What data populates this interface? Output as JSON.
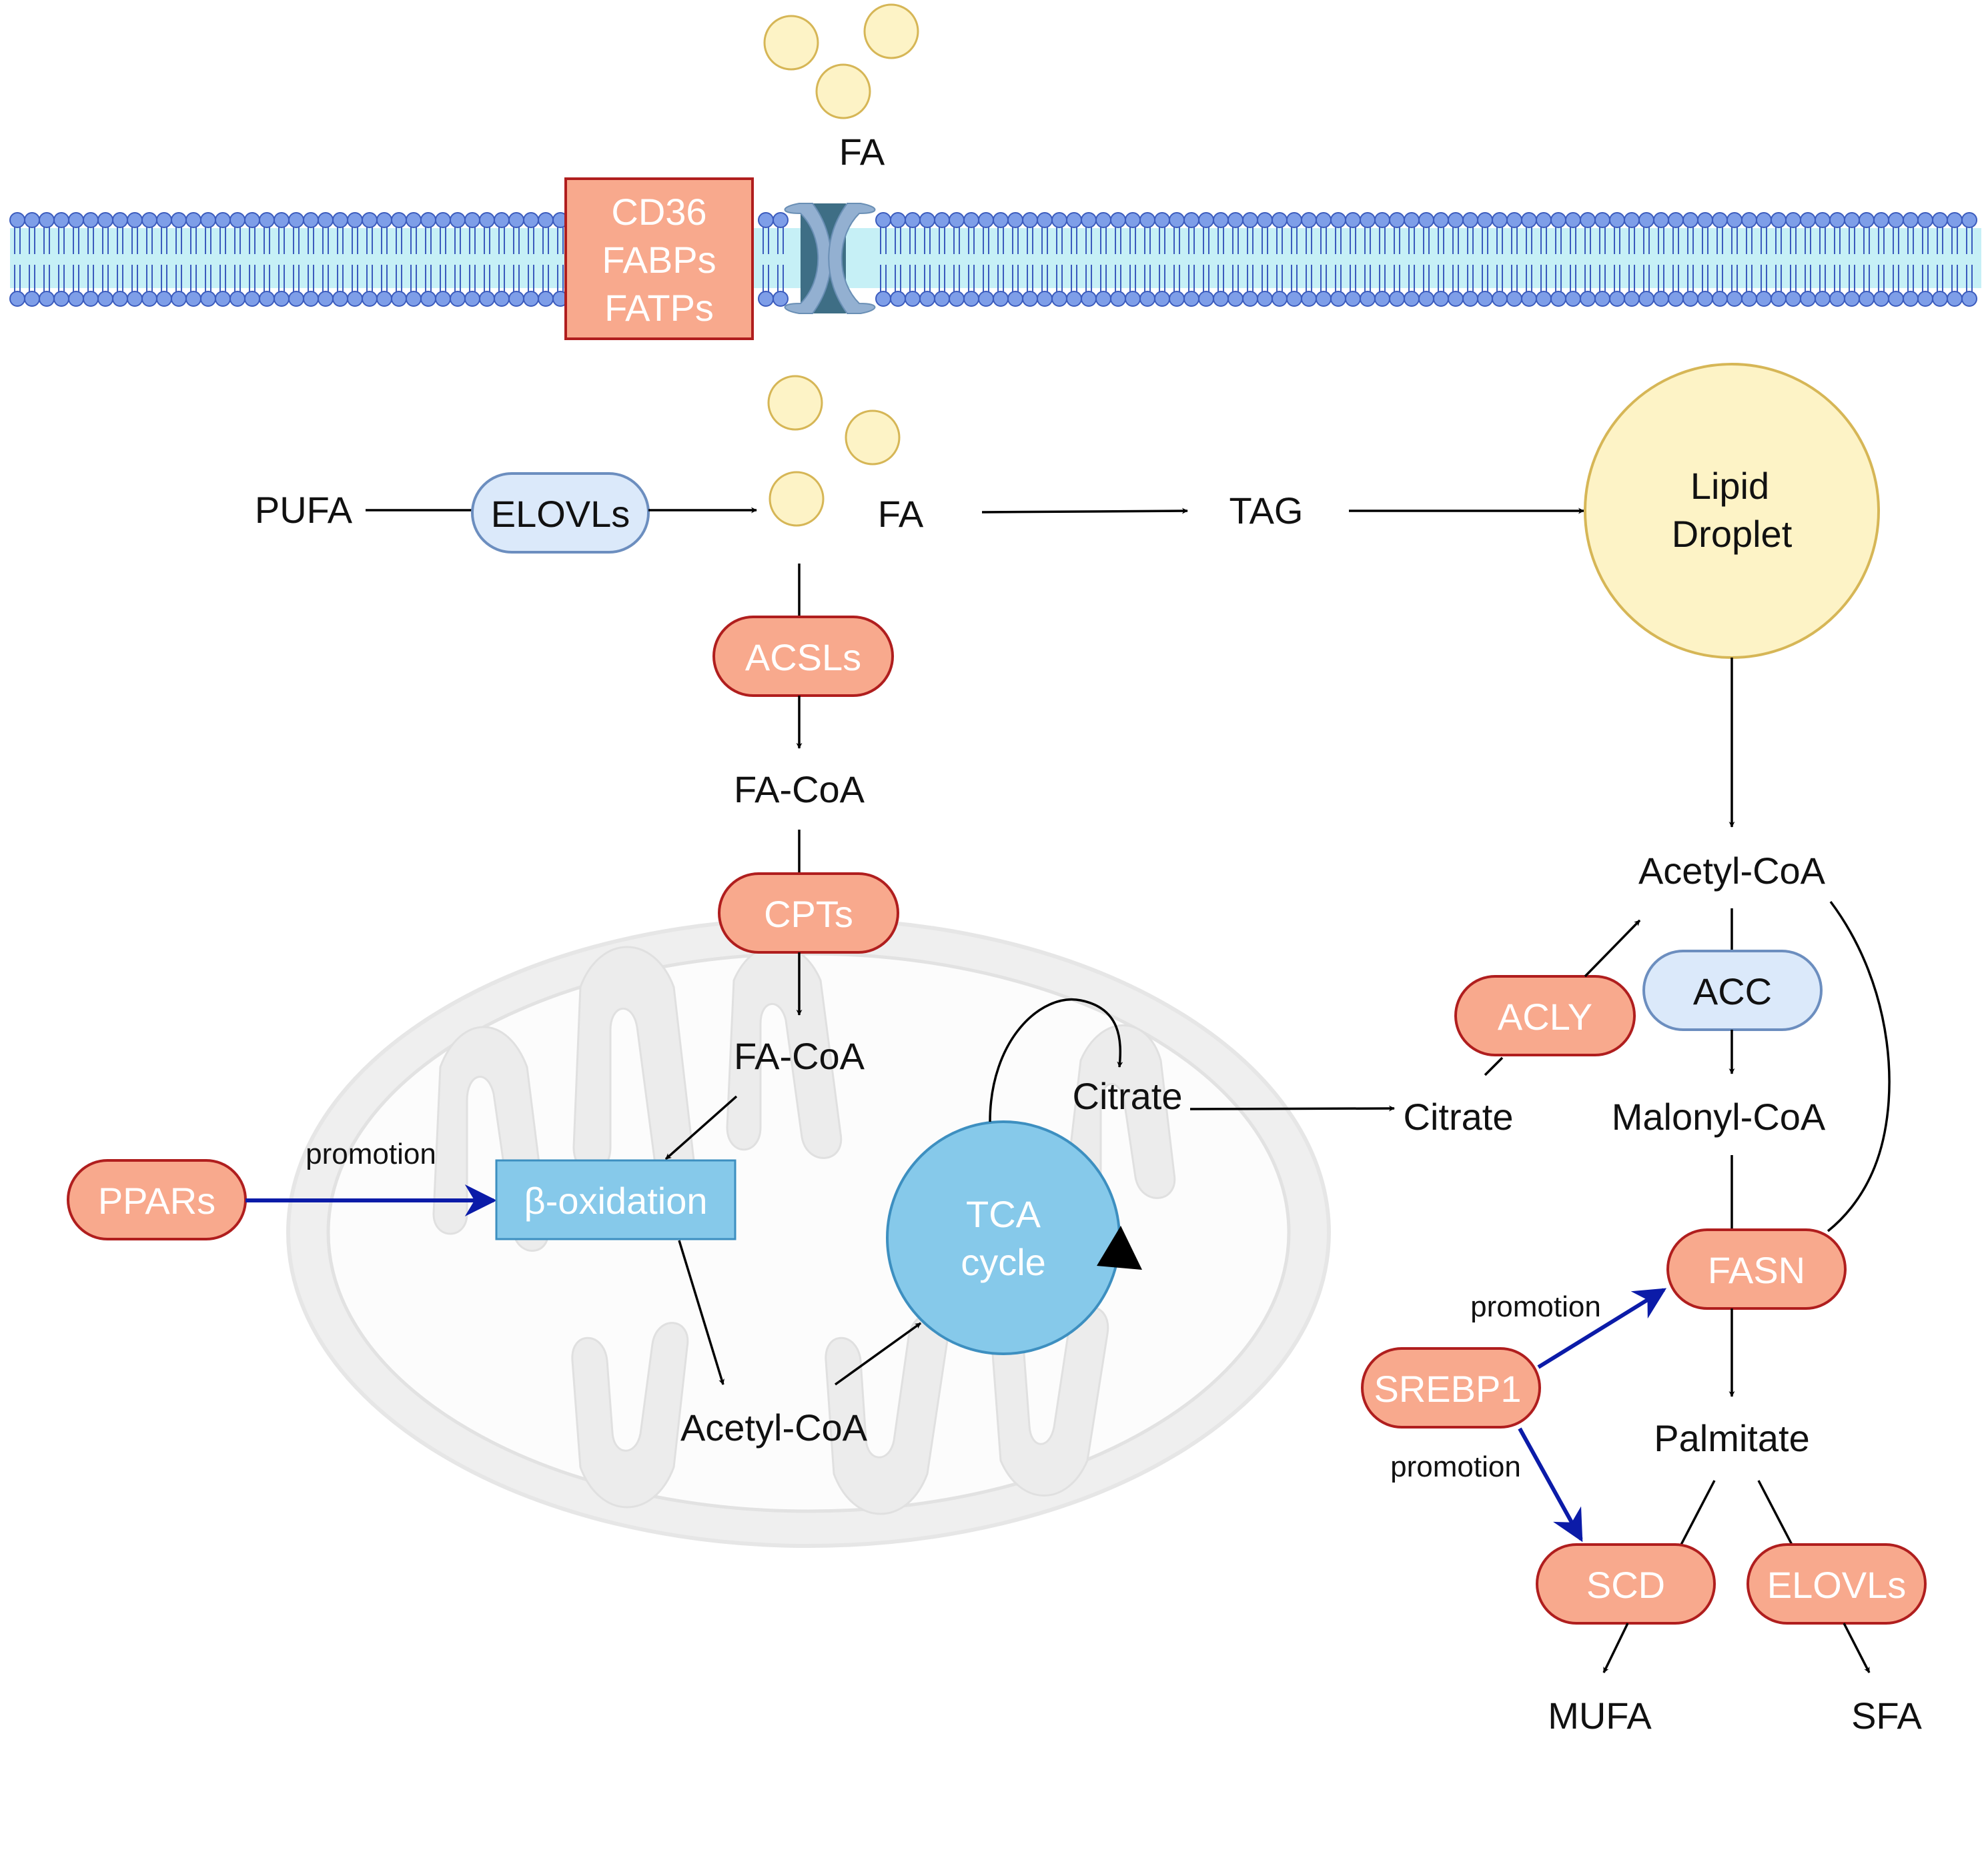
{
  "membrane": {
    "transporter_lines": [
      "CD36",
      "FABPs",
      "FATPs"
    ],
    "colors": {
      "head": "#7e9ee8",
      "core": "#c6f0f6",
      "transporter": "#f8a98d"
    }
  },
  "metabolites": {
    "fa_outside": "FA",
    "pufa": "PUFA",
    "fa_inside": "FA",
    "tag": "TAG",
    "lipid_droplet_lines": [
      "Lipid",
      "Droplet"
    ],
    "fa_coa_1": "FA-CoA",
    "fa_coa_2": "FA-CoA",
    "acetyl_coa_mito": "Acetyl-CoA",
    "citrate_mito": "Citrate",
    "citrate_cyto": "Citrate",
    "acetyl_coa_cyto": "Acetyl-CoA",
    "malonyl_coa": "Malonyl-CoA",
    "palmitate": "Palmitate",
    "mufa": "MUFA",
    "sfa": "SFA"
  },
  "enzymes": {
    "elovls_top": "ELOVLs",
    "acsls": "ACSLs",
    "cpts": "CPTs",
    "ppars": "PPARs",
    "beta_oxidation": "β-oxidation",
    "acly": "ACLY",
    "acc": "ACC",
    "fasn": "FASN",
    "srebp1": "SREBP1",
    "scd": "SCD",
    "elovls_bottom": "ELOVLs"
  },
  "tca_lines": [
    "TCA",
    "cycle"
  ],
  "regulation": {
    "ppars_promotion": "promotion",
    "srebp1_fasn_promotion": "promotion",
    "srebp1_scd_promotion": "promotion"
  },
  "colors": {
    "enzyme_red_fill": "#f8a98d",
    "enzyme_red_border": "#b01e1e",
    "enzyme_blue_fill": "#dbe9fa",
    "enzyme_blue_border": "#6c8ebf",
    "fatty_acid": "#fdf3c6",
    "lipid_droplet": "#fdf3c6",
    "tca": "#86c9ea",
    "beta_oxidation_box": "#86c9ea",
    "promotion_arrow": "#0b1ba8",
    "mitochondrion": "#eeeeee"
  }
}
